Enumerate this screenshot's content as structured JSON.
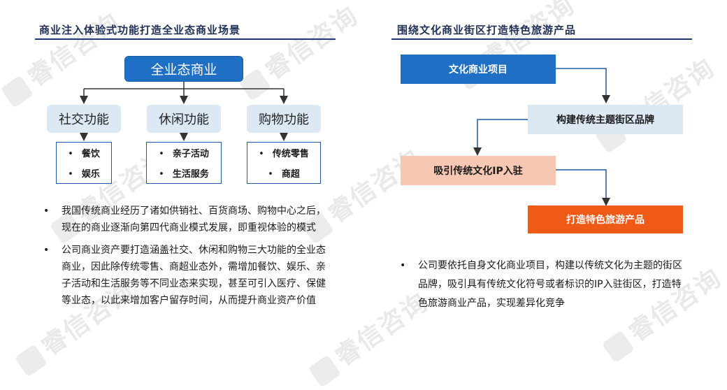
{
  "left": {
    "title": "商业注入体验式功能打造全业态商业场景",
    "root": "全业态商业",
    "functions": [
      {
        "label": "社交功能",
        "items": [
          "餐饮",
          "娱乐"
        ]
      },
      {
        "label": "休闲功能",
        "items": [
          "亲子活动",
          "生活服务"
        ]
      },
      {
        "label": "购物功能",
        "items": [
          "传统零售",
          "商超"
        ]
      }
    ],
    "bullets": [
      "我国传统商业经历了诸如供销社、百货商场、购物中心之后，现在的商业逐渐向第四代商业模式发展，即重视体验的模式",
      "公司商业资产要打造涵盖社交、休闲和购物三大功能的全业态商业，因此除传统零售、商超业态外，需增加餐饮、娱乐、亲子活动和生活服务等不同业态来实现，甚至可引入医疗、保健等业态，以此来增加客户留存时间，从而提升商业资产价值"
    ]
  },
  "right": {
    "title": "围绕文化商业街区打造特色旅游产品",
    "steps": [
      "文化商业项目",
      "构建传统主题街区品牌",
      "吸引传统文化IP入驻",
      "打造特色旅游产品"
    ],
    "bullet": "公司要依托自身文化商业项目，构建以传统文化为主题的街区品牌，吸引具有传统文化符号或者标识的IP入驻街区，打造特色旅游商业产品，实现差异化竞争"
  },
  "watermark": "睿信咨询",
  "colors": {
    "primary": "#1f6fc4",
    "light": "#dce9f5",
    "peach": "#f6c8b3",
    "orange": "#ef5a17",
    "title": "#1f2f57"
  }
}
